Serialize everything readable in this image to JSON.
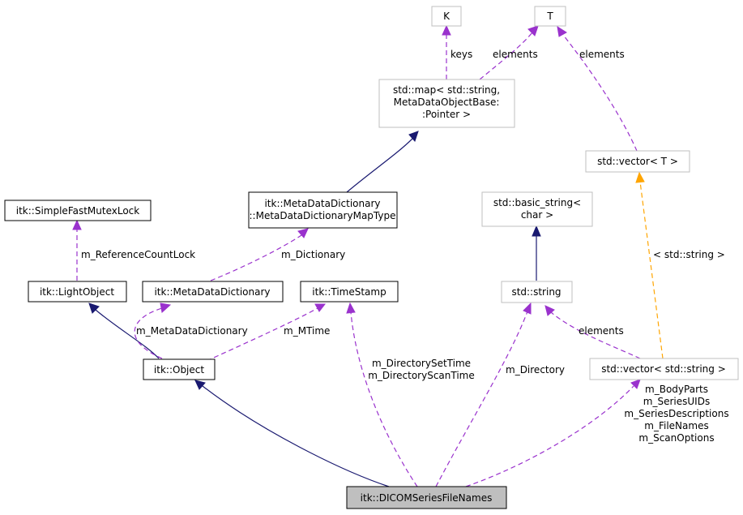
{
  "nodes": {
    "k": [
      "K"
    ],
    "t": [
      "T"
    ],
    "stdmap": [
      "std::map< std::string,",
      "MetaDataObjectBase:",
      ":Pointer >"
    ],
    "stdvector_t": [
      "std::vector< T >"
    ],
    "mutexlock": [
      "itk::SimpleFastMutexLock"
    ],
    "mdd_maptype": [
      "itk::MetaDataDictionary",
      "::MetaDataDictionaryMapType"
    ],
    "basic_string": [
      "std::basic_string<",
      "char >"
    ],
    "lightobject": [
      "itk::LightObject"
    ],
    "mdd": [
      "itk::MetaDataDictionary"
    ],
    "timestamp": [
      "itk::TimeStamp"
    ],
    "stdstring": [
      "std::string"
    ],
    "object": [
      "itk::Object"
    ],
    "stdvector_string": [
      "std::vector< std::string >"
    ],
    "dicom": [
      "itk::DICOMSeriesFileNames"
    ]
  },
  "edge_labels": {
    "keys": [
      "keys"
    ],
    "map_elements": [
      "elements"
    ],
    "vector_t_elements": [
      "elements"
    ],
    "string_template": [
      "< std::string >"
    ],
    "reference_count_lock": [
      "m_ReferenceCountLock"
    ],
    "dictionary": [
      "m_Dictionary"
    ],
    "string_elements": [
      "elements"
    ],
    "metadata_dictionary": [
      "m_MetaDataDictionary"
    ],
    "mtime": [
      "m_MTime"
    ],
    "directory_times": [
      "m_DirectorySetTime",
      "m_DirectoryScanTime"
    ],
    "directory": [
      "m_Directory"
    ],
    "vector_members": [
      "m_BodyParts",
      "m_SeriesUIDs",
      "m_SeriesDescriptions",
      "m_FileNames",
      "m_ScanOptions"
    ]
  }
}
